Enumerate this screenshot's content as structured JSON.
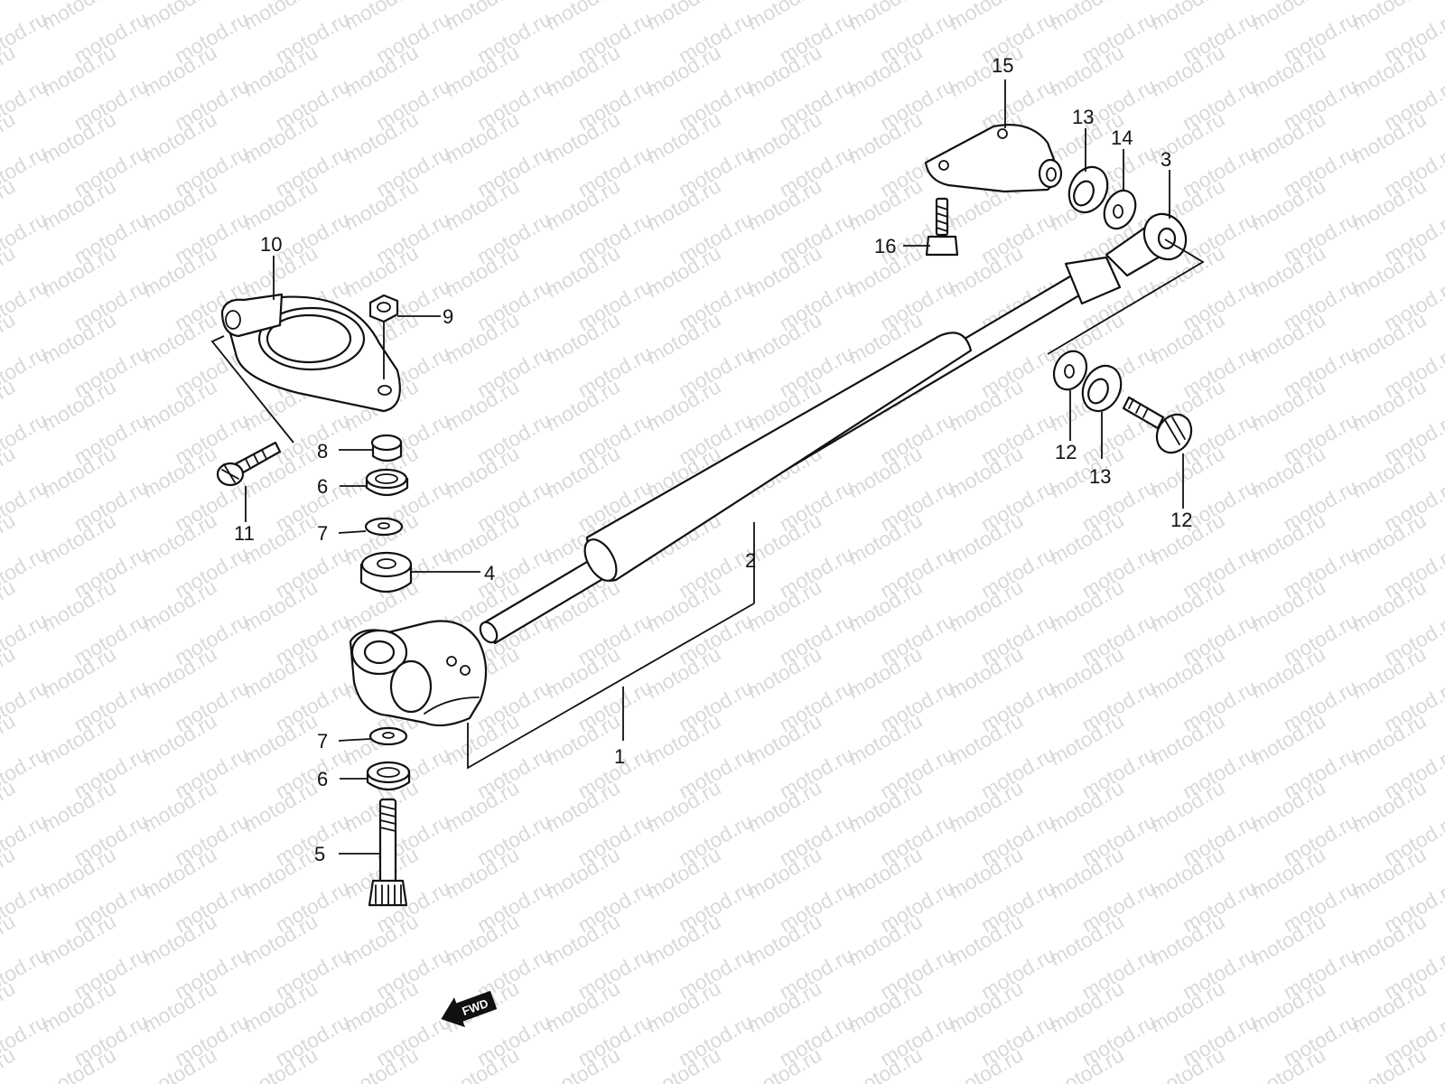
{
  "watermark": {
    "text": "motod.ru",
    "color": "#d9d9d9"
  },
  "callouts": {
    "c1": "1",
    "c2": "2",
    "c3": "3",
    "c4": "4",
    "c5": "5",
    "c6a": "6",
    "c6b": "6",
    "c7a": "7",
    "c7b": "7",
    "c8": "8",
    "c9": "9",
    "c10": "10",
    "c11": "11",
    "c12a": "12",
    "c12b": "12",
    "c13a": "13",
    "c13b": "13",
    "c14": "14",
    "c15": "15",
    "c16": "16"
  },
  "fwd_badge": {
    "label": "FWD",
    "icon": "forward-arrow-icon"
  },
  "colors": {
    "line": "#111111",
    "background": "#ffffff"
  }
}
